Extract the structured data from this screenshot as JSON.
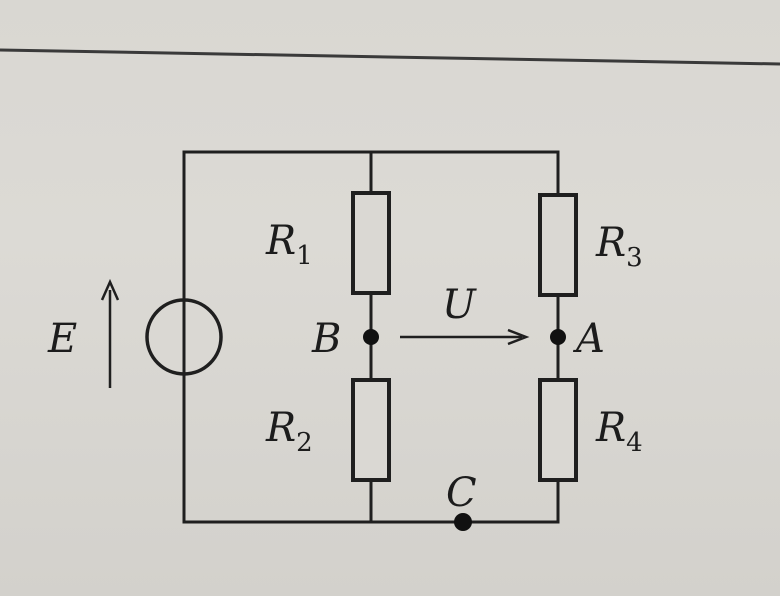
{
  "labels": {
    "E": "E",
    "R1": "R",
    "R1_sub": "1",
    "R2": "R",
    "R2_sub": "2",
    "R3": "R",
    "R3_sub": "3",
    "R4": "R",
    "R4_sub": "4",
    "U": "U",
    "A": "A",
    "B": "B",
    "C": "C"
  },
  "colors": {
    "ink": "#1f1f1f",
    "paper": "#dad8d3"
  }
}
